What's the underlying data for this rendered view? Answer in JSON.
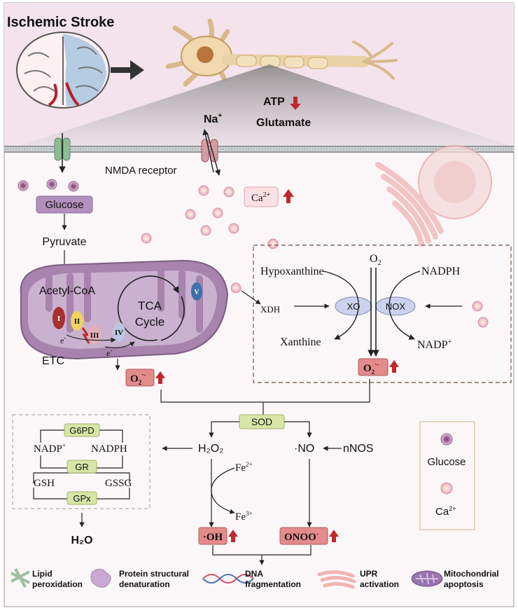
{
  "title": "Ischemic Stroke",
  "atp_label": "ATP",
  "glutamate_label": "Glutamate",
  "na_label": "Na",
  "na_sup": "+",
  "nmda_label": "NMDA receptor",
  "ca_label": "Ca",
  "ca_sup": "2+",
  "glucose_box": "Glucose",
  "pyruvate": "Pyruvate",
  "acetyl_coa": "Acetyl-CoA",
  "tca_line1": "TCA",
  "tca_line2": "Cycle",
  "etc": "ETC",
  "complexes": [
    "I",
    "II",
    "III",
    "IV",
    "V"
  ],
  "electron": "e",
  "electron_sup": "-",
  "o2_label": "O",
  "o2_sub": "2",
  "superoxide": "O",
  "superoxide_sub": "2",
  "superoxide_sup": "·-",
  "hypoxanthine": "Hypoxanthine",
  "nadph_right": "NADPH",
  "xdh": "XDH",
  "xo": "XO",
  "nox": "NOX",
  "xanthine": "Xanthine",
  "nadp_right": "NADP",
  "nadp_sup": "+",
  "sod": "SOD",
  "h2o2": "H₂O₂",
  "no": "·NO",
  "nnos": "nNOS",
  "fe2": "Fe",
  "fe2_sup": "2+",
  "fe3": "Fe",
  "fe3_sup": "3+",
  "oh": "·OH",
  "onoo": "ONOO",
  "onoo_sup": "-",
  "g6pd": "G6PD",
  "gr": "GR",
  "gpx": "GPx",
  "nadp_left": "NADP",
  "nadph_left": "NADPH",
  "gsh": "GSH",
  "gssg": "GSSG",
  "h2o": "H₂O",
  "legend_glucose": "Glucose",
  "legend_ca": "Ca",
  "legend_ca_sup": "2+",
  "bottom": [
    {
      "line1": "Lipid",
      "line2": "peroxidation"
    },
    {
      "line1": "Protein structural",
      "line2": "denaturation"
    },
    {
      "line1": "DNA",
      "line2": "fragmentation"
    },
    {
      "line1": "UPR",
      "line2": "activation"
    },
    {
      "line1": "Mitochondrial",
      "line2": "apoptosis"
    }
  ],
  "colors": {
    "top_bg": "#f4e3ec",
    "up_arrow": "#c0282d",
    "glucose_box": "#b291be",
    "ros_box": "#e38a8a",
    "enzyme_box": "#d7e6a6",
    "mito": "#9f7aa5",
    "membrane": "#a6a6a6"
  }
}
